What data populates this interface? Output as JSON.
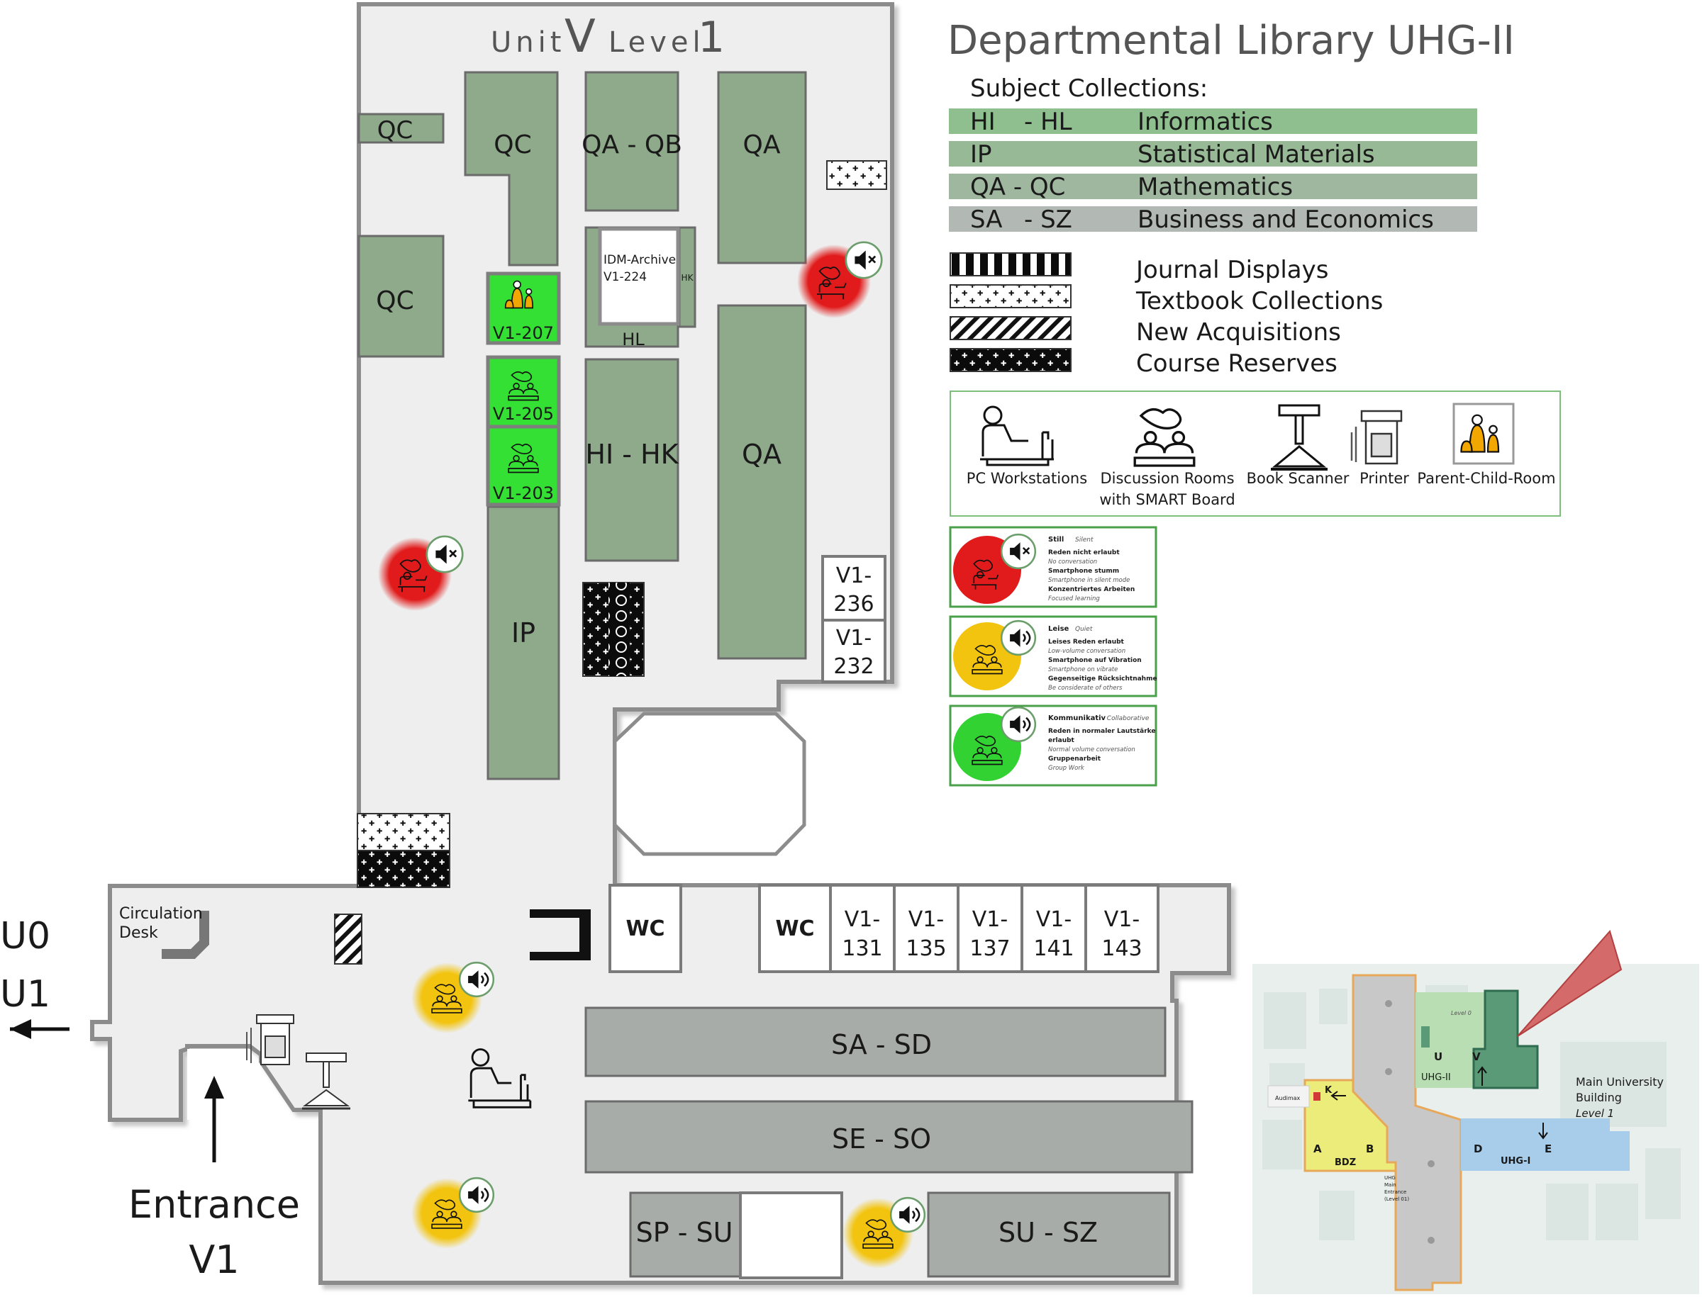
{
  "header": {
    "title": "Departmental Library UHG-II",
    "unit_word": "Unit",
    "unit_value": "V",
    "level_word": "Level",
    "level_value": "1"
  },
  "subjects": {
    "heading": "Subject Collections:",
    "items": [
      {
        "code_a": "HI",
        "code_b": "- HL",
        "name": "Informatics",
        "color": "#8fbf8f"
      },
      {
        "code_a": "IP",
        "code_b": "",
        "name": "Statistical Materials",
        "color": "#97b995"
      },
      {
        "code_a": "QA - QC",
        "code_b": "",
        "name": "Mathematics",
        "color": "#a0b79f"
      },
      {
        "code_a": "SA",
        "code_b": "- SZ",
        "name": "Business and Economics",
        "color": "#b2b8b3"
      }
    ]
  },
  "patterns": [
    {
      "label": "Journal Displays",
      "pattern": "vertical-stripes"
    },
    {
      "label": "Textbook Collections",
      "pattern": "dotted-light"
    },
    {
      "label": "New Acquisitions",
      "pattern": "diagonal-hatch"
    },
    {
      "label": "Course Reserves",
      "pattern": "dotted-dark"
    }
  ],
  "facilities": [
    {
      "label": "PC Workstations",
      "icon": "pc-workstation-icon"
    },
    {
      "label": "Discussion Rooms",
      "label2": "with SMART Board",
      "icon": "discussion-room-icon"
    },
    {
      "label": "Book Scanner",
      "icon": "book-scanner-icon"
    },
    {
      "label": "Printer",
      "icon": "printer-icon"
    },
    {
      "label": "Parent-Child-Room",
      "icon": "parent-child-icon"
    }
  ],
  "zones": [
    {
      "title": "Still",
      "title_en": "Silent",
      "color": "#e11b1b",
      "lines": [
        {
          "de": "Reden nicht erlaubt",
          "en": "No conversation"
        },
        {
          "de": "Smartphone stumm",
          "en": "Smartphone in silent mode"
        },
        {
          "de": "Konzentriertes Arbeiten",
          "en": "Focused learning"
        }
      ]
    },
    {
      "title": "Leise",
      "title_en": "Quiet",
      "color": "#f2c40f",
      "lines": [
        {
          "de": "Leises Reden erlaubt",
          "en": "Low-volume conversation"
        },
        {
          "de": "Smartphone auf Vibration",
          "en": "Smartphone on vibrate"
        },
        {
          "de": "Gegenseitige Rücksichtnahme",
          "en": "Be considerate of others"
        }
      ]
    },
    {
      "title": "Kommunikativ",
      "title_en": "Collaborative",
      "color": "#33d233",
      "lines": [
        {
          "de": "Reden in normaler Lautstärke",
          "en": ""
        },
        {
          "de": "erlaubt",
          "en": "Normal volume conversation"
        },
        {
          "de": "Gruppenarbeit",
          "en": "Group Work"
        }
      ]
    }
  ],
  "shelves": {
    "qc_small": "QC",
    "qc_tall": "QC",
    "qc_left": "QC",
    "qa_qb": "QA - QB",
    "qa_top": "QA",
    "qa_right": "QA",
    "hi_hk": "HI - HK",
    "ip": "IP",
    "hl": "HL",
    "hk_small": "HK",
    "sa_sd": "SA - SD",
    "se_so": "SE - SO",
    "sp_su": "SP - SU",
    "su_sz": "SU - SZ"
  },
  "rooms": {
    "idm_line1": "IDM-Archive",
    "idm_line2": "V1-224",
    "v1_207": "V1-207",
    "v1_205": "V1-205",
    "v1_203": "V1-203",
    "v1_236_a": "V1-",
    "v1_236_b": "236",
    "v1_232_a": "V1-",
    "v1_232_b": "232",
    "wc1": "WC",
    "wc2": "WC",
    "bottom_rooms": [
      {
        "a": "V1-",
        "b": "131"
      },
      {
        "a": "V1-",
        "b": "135"
      },
      {
        "a": "V1-",
        "b": "137"
      },
      {
        "a": "V1-",
        "b": "141"
      },
      {
        "a": "V1-",
        "b": "143"
      }
    ]
  },
  "labels": {
    "circulation_1": "Circulation",
    "circulation_2": "Desk",
    "exit_u0": "U0",
    "exit_u1": "U1",
    "entrance_1": "Entrance",
    "entrance_2": "V1"
  },
  "minimap": {
    "level_label": "Level 0",
    "u": "U",
    "v": "V",
    "uhg2": "UHG-II",
    "k": "K",
    "audimax": "Audimax",
    "a": "A",
    "b": "B",
    "bdz": "BDZ",
    "d": "D",
    "e": "E",
    "uhg1": "UHG-I",
    "main_1": "Main University",
    "main_2": "Building",
    "main_3": "Level 1",
    "entr_1": "UHG",
    "entr_2": "Main",
    "entr_3": "Entrance",
    "entr_4": "(Level 01)",
    "colors": {
      "highlight": "#5a9a77",
      "uhg2": "#b9deb3",
      "uhg1": "#a8cdea",
      "bdz": "#ecec7a",
      "orange": "#e8a85a",
      "pointer": "#d46a6a"
    }
  }
}
